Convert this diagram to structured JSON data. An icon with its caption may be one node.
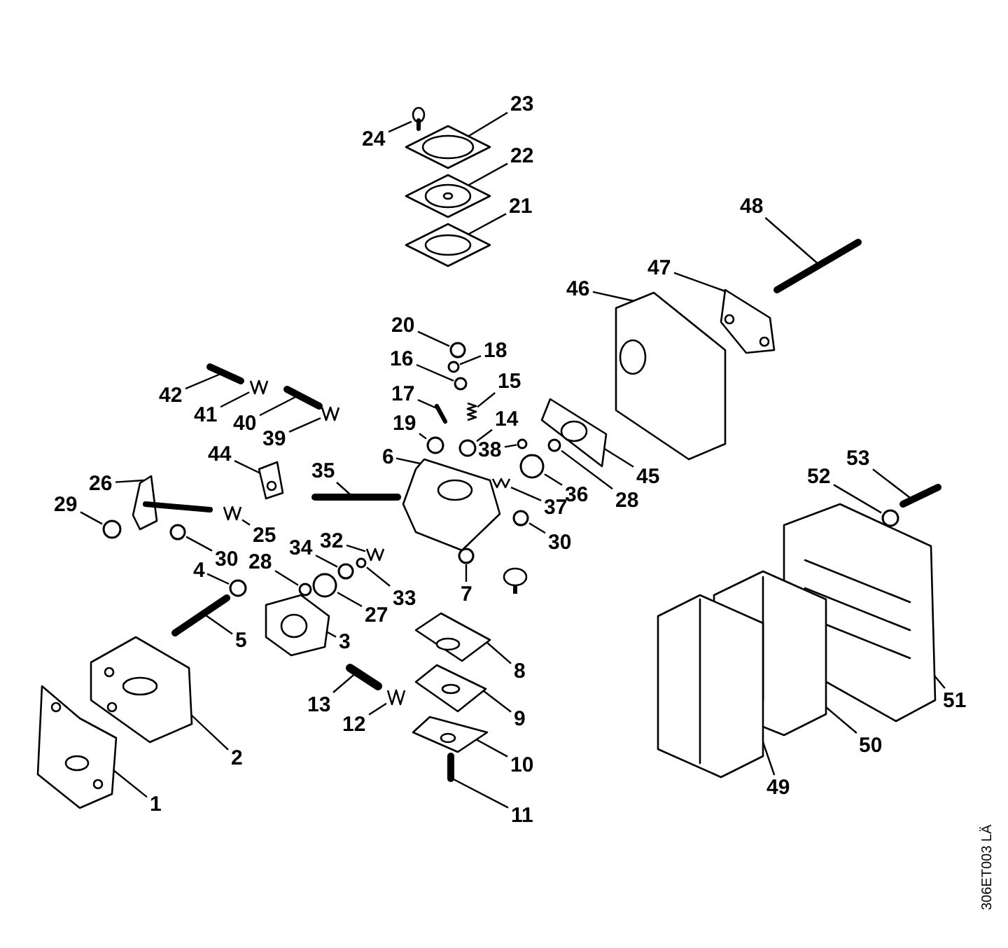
{
  "diagram": {
    "nodes": [
      {
        "text": [
          "23"
        ]
      },
      {
        "text": [
          "24"
        ]
      },
      {
        "text": [
          "22"
        ]
      },
      {
        "text": [
          "21"
        ]
      },
      {
        "text": [
          "48"
        ]
      },
      {
        "text": [
          "47"
        ]
      },
      {
        "text": [
          "46"
        ]
      },
      {
        "text": [
          "20"
        ]
      },
      {
        "text": [
          "18"
        ]
      },
      {
        "text": [
          "16"
        ]
      },
      {
        "text": [
          "15"
        ]
      },
      {
        "text": [
          "17"
        ]
      },
      {
        "text": [
          "42"
        ]
      },
      {
        "text": [
          "41"
        ]
      },
      {
        "text": [
          "14"
        ]
      },
      {
        "text": [
          "40"
        ]
      },
      {
        "text": [
          "19"
        ]
      },
      {
        "text": [
          "39"
        ]
      },
      {
        "text": [
          "38"
        ]
      },
      {
        "text": [
          "44"
        ]
      },
      {
        "text": [
          "6"
        ]
      },
      {
        "text": [
          "53"
        ]
      },
      {
        "text": [
          "35"
        ]
      },
      {
        "text": [
          "45"
        ]
      },
      {
        "text": [
          "52"
        ]
      },
      {
        "text": [
          "26"
        ]
      },
      {
        "text": [
          "36"
        ]
      },
      {
        "text": [
          "28"
        ]
      },
      {
        "text": [
          "29"
        ]
      },
      {
        "text": [
          "37"
        ]
      },
      {
        "text": [
          "25"
        ]
      },
      {
        "text": [
          "32"
        ]
      },
      {
        "text": [
          "30"
        ]
      },
      {
        "text": [
          "34"
        ]
      },
      {
        "text": [
          "30"
        ]
      },
      {
        "text": [
          "28"
        ]
      },
      {
        "text": [
          "4"
        ]
      },
      {
        "text": [
          "7"
        ]
      },
      {
        "text": [
          "33"
        ]
      },
      {
        "text": [
          "27"
        ]
      },
      {
        "text": [
          "5"
        ]
      },
      {
        "text": [
          "3"
        ]
      },
      {
        "text": [
          "8"
        ]
      },
      {
        "text": [
          "51"
        ]
      },
      {
        "text": [
          "13"
        ]
      },
      {
        "text": [
          "9"
        ]
      },
      {
        "text": [
          "12"
        ]
      },
      {
        "text": [
          "50"
        ]
      },
      {
        "text": [
          "2"
        ]
      },
      {
        "text": [
          "10"
        ]
      },
      {
        "text": [
          "49"
        ]
      },
      {
        "text": [
          "1"
        ]
      },
      {
        "text": [
          "11"
        ]
      },
      {
        "text": [],
        "shape": "picture"
      },
      {
        "text": [],
        "shape": "picture"
      },
      {
        "text": [],
        "shape": "picture"
      },
      {
        "text": [],
        "shape": "picture"
      },
      {
        "text": [],
        "shape": "picture"
      },
      {
        "text": [],
        "shape": "picture"
      },
      {
        "text": [],
        "shape": "picture"
      },
      {
        "text": [],
        "shape": "circle"
      },
      {
        "text": [],
        "shape": "circle"
      },
      {
        "text": [],
        "shape": "circle"
      },
      {
        "text": [],
        "shape": "picture"
      },
      {
        "text": [],
        "shape": "picture"
      },
      {
        "text": [],
        "shape": "picture"
      },
      {
        "text": [],
        "shape": "picture"
      },
      {
        "text": [],
        "shape": "circle"
      },
      {
        "text": [],
        "shape": "picture"
      },
      {
        "text": [],
        "shape": "circle"
      },
      {
        "text": [],
        "shape": "picture"
      },
      {
        "text": [],
        "shape": "circle"
      },
      {
        "text": [],
        "shape": "picture"
      },
      {
        "text": [],
        "shape": "picture"
      },
      {
        "text": [],
        "shape": "picture"
      },
      {
        "text": [],
        "shape": "picture"
      },
      {
        "text": [],
        "shape": "picture"
      },
      {
        "text": [],
        "shape": "circle"
      },
      {
        "text": [],
        "shape": "picture"
      },
      {
        "text": [],
        "shape": "circle"
      },
      {
        "text": [],
        "shape": "circle"
      },
      {
        "text": [],
        "shape": "circle"
      },
      {
        "text": [],
        "shape": "picture"
      },
      {
        "text": [],
        "shape": "picture"
      },
      {
        "text": [],
        "shape": "picture"
      },
      {
        "text": [],
        "shape": "circle"
      },
      {
        "text": [],
        "shape": "circle"
      },
      {
        "text": [],
        "shape": "circle"
      },
      {
        "text": [],
        "shape": "circle"
      },
      {
        "text": [],
        "shape": "circle"
      },
      {
        "text": [],
        "shape": "circle"
      },
      {
        "text": [],
        "shape": "circle"
      },
      {
        "text": [],
        "shape": "circle"
      },
      {
        "text": [],
        "shape": "picture"
      },
      {
        "text": [],
        "shape": "picture"
      },
      {
        "text": [],
        "shape": "picture"
      },
      {
        "text": [],
        "shape": "picture"
      },
      {
        "text": [],
        "shape": "picture"
      },
      {
        "text": [],
        "shape": "picture"
      },
      {
        "text": [],
        "shape": "picture"
      },
      {
        "text": [],
        "shape": "picture"
      },
      {
        "text": [],
        "shape": "picture"
      },
      {
        "text": [],
        "shape": "picture"
      },
      {
        "text": [],
        "shape": "picture"
      },
      {
        "text": [],
        "shape": "picture"
      },
      {
        "text": [],
        "shape": "picture"
      }
    ],
    "edges": [
      {
        "from": 0,
        "to": 53,
        "arrow": "none"
      },
      {
        "from": 1,
        "to": 54,
        "arrow": "none"
      },
      {
        "from": 2,
        "to": 55,
        "arrow": "none"
      },
      {
        "from": 3,
        "to": 56,
        "arrow": "none"
      },
      {
        "from": 4,
        "to": 57,
        "arrow": "none"
      },
      {
        "from": 5,
        "to": 58,
        "arrow": "none"
      },
      {
        "from": 6,
        "to": 59,
        "arrow": "none"
      },
      {
        "from": 7,
        "to": 60,
        "arrow": "none"
      },
      {
        "from": 8,
        "to": 61,
        "arrow": "none"
      },
      {
        "from": 9,
        "to": 62,
        "arrow": "none"
      },
      {
        "from": 10,
        "to": 63,
        "arrow": "none"
      },
      {
        "from": 11,
        "to": 64,
        "arrow": "none"
      },
      {
        "from": 12,
        "to": 65,
        "arrow": "none"
      },
      {
        "from": 13,
        "to": 66,
        "arrow": "none"
      },
      {
        "from": 14,
        "to": 67,
        "arrow": "none"
      },
      {
        "from": 15,
        "to": 68,
        "arrow": "none"
      },
      {
        "from": 16,
        "to": 69,
        "arrow": "none"
      },
      {
        "from": 17,
        "to": 70,
        "arrow": "none"
      },
      {
        "from": 18,
        "to": 71,
        "arrow": "none"
      },
      {
        "from": 19,
        "to": 72,
        "arrow": "none"
      },
      {
        "from": 20,
        "to": 73,
        "arrow": "none"
      },
      {
        "from": 21,
        "to": 74,
        "arrow": "none"
      },
      {
        "from": 22,
        "to": 75,
        "arrow": "none"
      },
      {
        "from": 23,
        "to": 76,
        "arrow": "none"
      },
      {
        "from": 24,
        "to": 77,
        "arrow": "none"
      },
      {
        "from": 25,
        "to": 78,
        "arrow": "none"
      },
      {
        "from": 26,
        "to": 79,
        "arrow": "none"
      },
      {
        "from": 27,
        "to": 80,
        "arrow": "none"
      },
      {
        "from": 28,
        "to": 81,
        "arrow": "none"
      },
      {
        "from": 29,
        "to": 82,
        "arrow": "none"
      },
      {
        "from": 30,
        "to": 83,
        "arrow": "none"
      },
      {
        "from": 31,
        "to": 84,
        "arrow": "none"
      },
      {
        "from": 32,
        "to": 85,
        "arrow": "none"
      },
      {
        "from": 33,
        "to": 86,
        "arrow": "none"
      },
      {
        "from": 34,
        "to": 87,
        "arrow": "none"
      },
      {
        "from": 35,
        "to": 88,
        "arrow": "none"
      },
      {
        "from": 36,
        "to": 89,
        "arrow": "none"
      },
      {
        "from": 37,
        "to": 90,
        "arrow": "none"
      },
      {
        "from": 38,
        "to": 91,
        "arrow": "none"
      },
      {
        "from": 39,
        "to": 92,
        "arrow": "none"
      },
      {
        "from": 40,
        "to": 93,
        "arrow": "none"
      },
      {
        "from": 41,
        "to": 94,
        "arrow": "none"
      },
      {
        "from": 42,
        "to": 95,
        "arrow": "none"
      },
      {
        "from": 43,
        "to": 96,
        "arrow": "none"
      },
      {
        "from": 44,
        "to": 97,
        "arrow": "none"
      },
      {
        "from": 45,
        "to": 98,
        "arrow": "none"
      },
      {
        "from": 46,
        "to": 99,
        "arrow": "none"
      },
      {
        "from": 47,
        "to": 100,
        "arrow": "none"
      },
      {
        "from": 48,
        "to": 101,
        "arrow": "none"
      },
      {
        "from": 49,
        "to": 102,
        "arrow": "none"
      },
      {
        "from": 50,
        "to": 103,
        "arrow": "none"
      },
      {
        "from": 51,
        "to": 104,
        "arrow": "none"
      },
      {
        "from": 52,
        "to": 105,
        "arrow": "none"
      }
    ],
    "labels": [
      "306ET003 LÄ"
    ]
  }
}
